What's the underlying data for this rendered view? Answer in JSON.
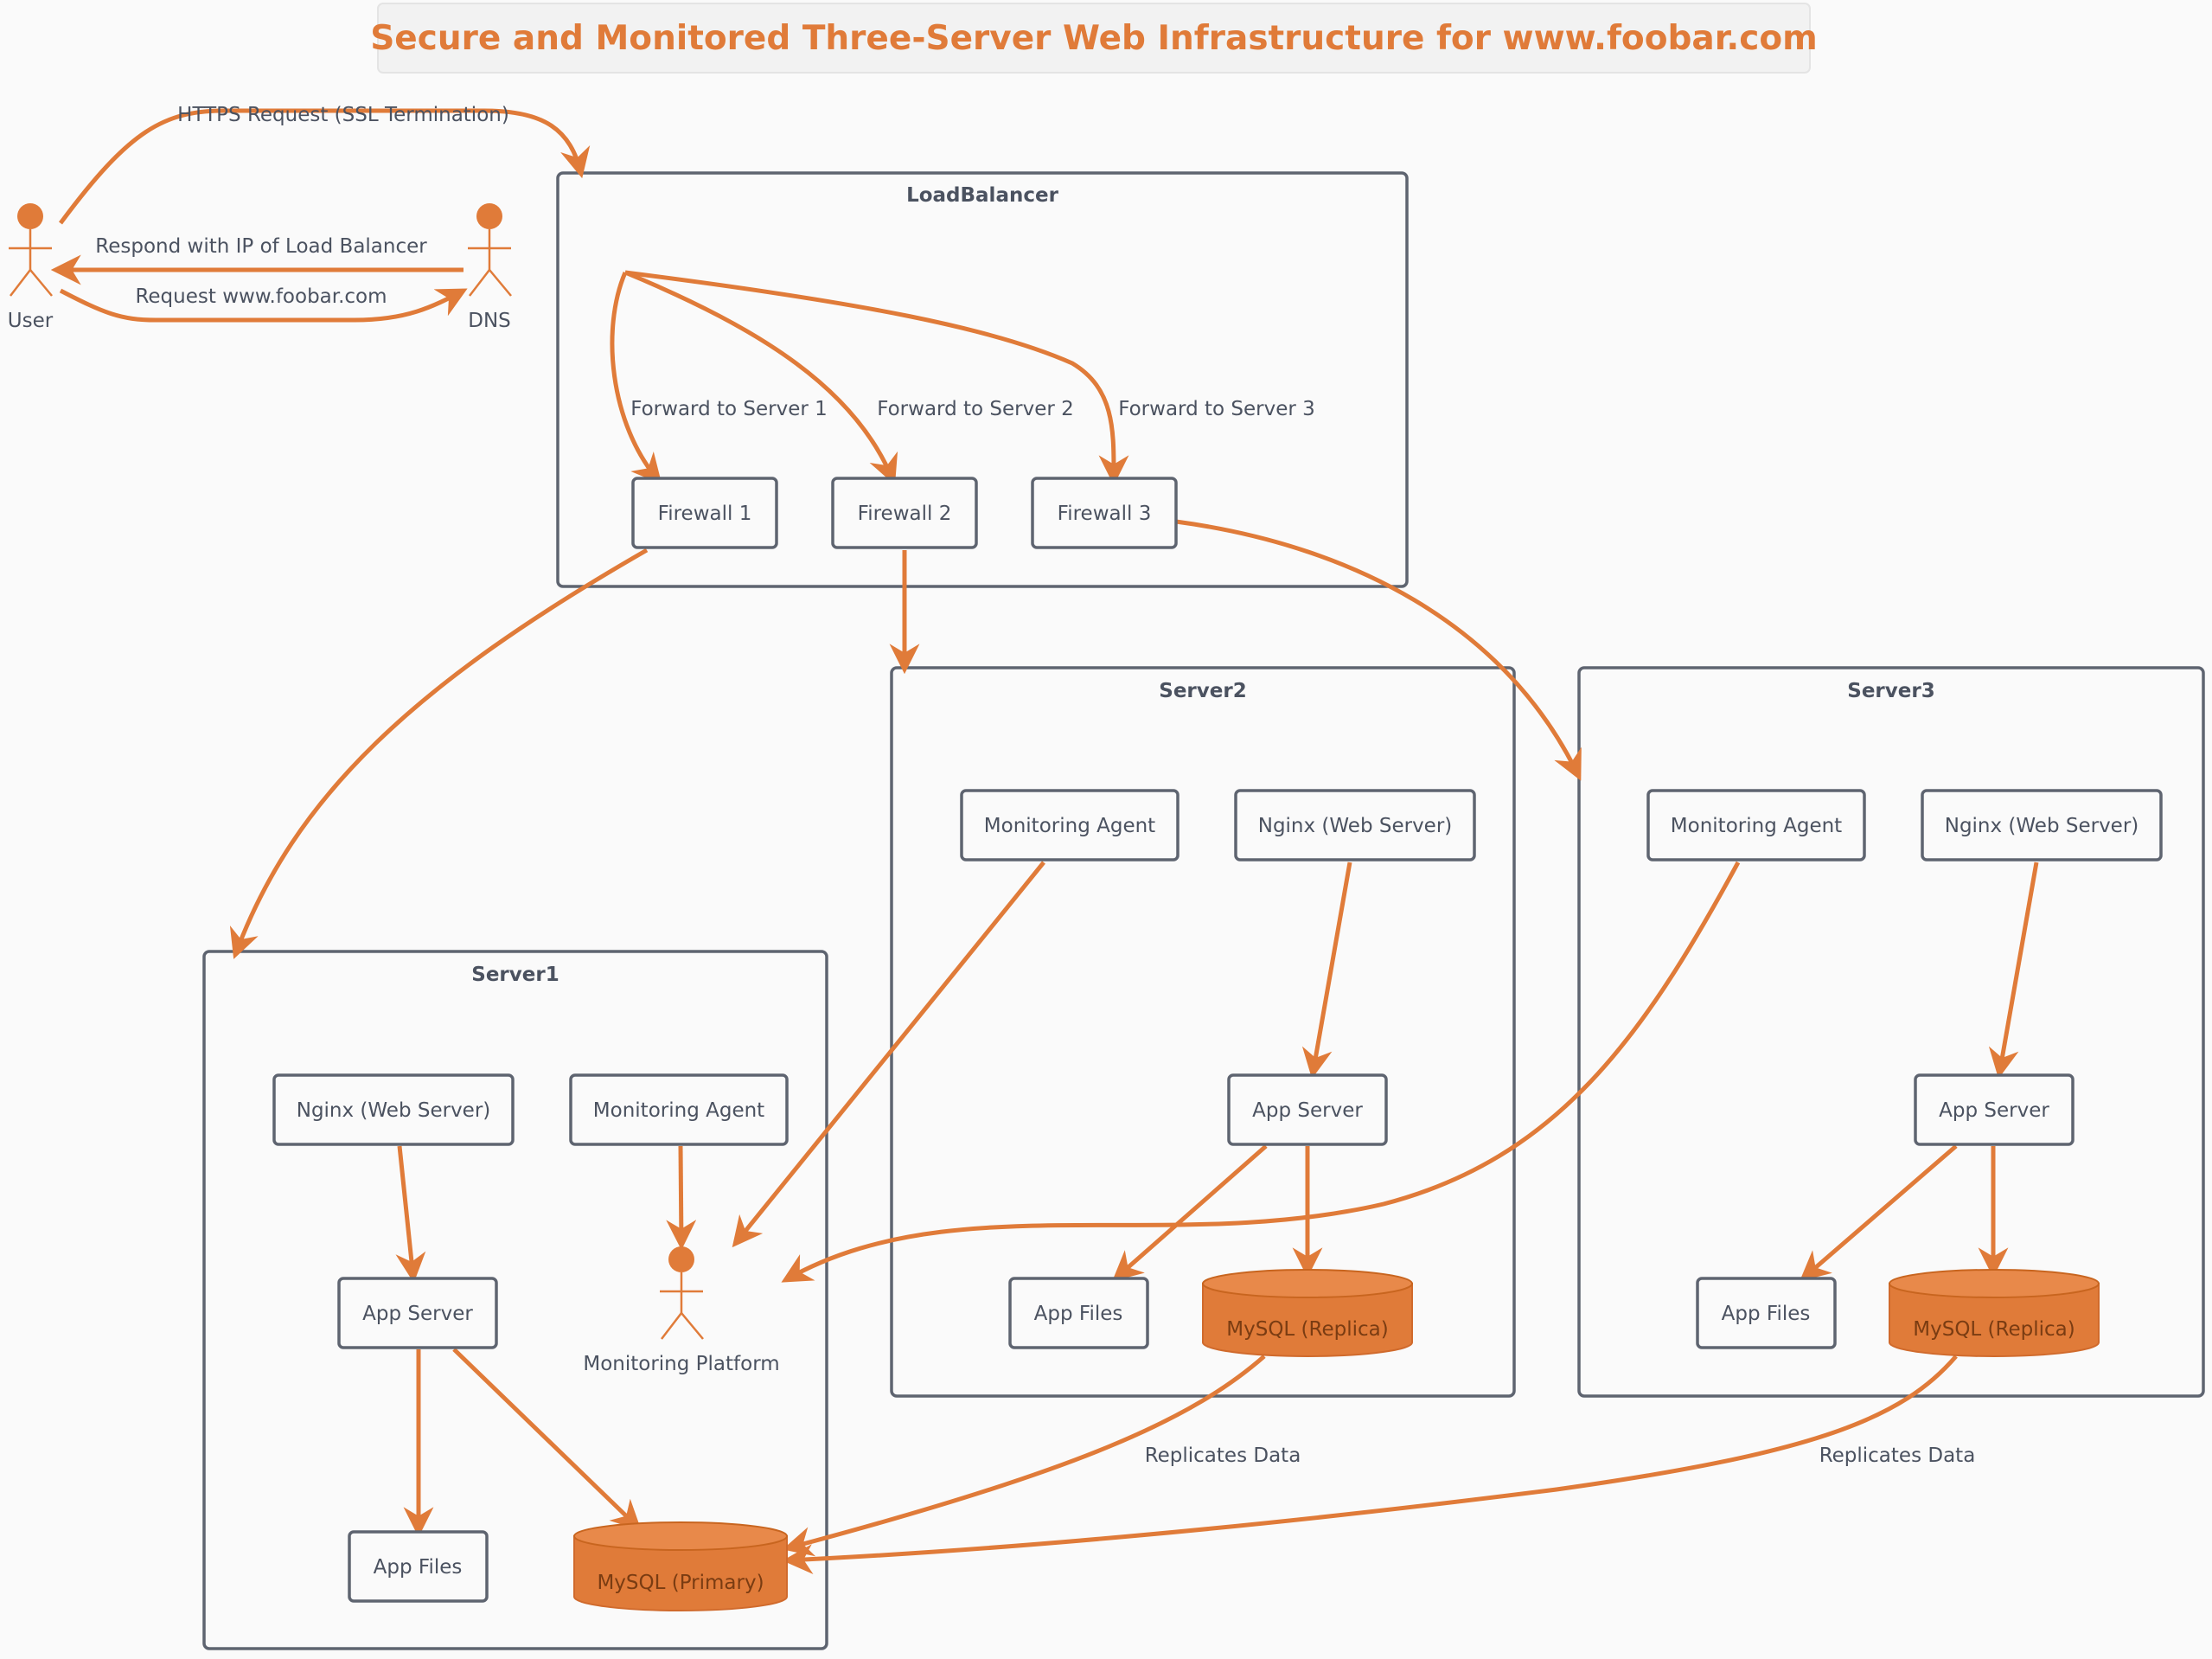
{
  "title": "Secure and Monitored Three-Server Web Infrastructure for www.foobar.com",
  "colors": {
    "accent": "#e07b39",
    "stroke": "#5e6470",
    "text": "#4b5260",
    "background": "#fafafa"
  },
  "actors": {
    "user": "User",
    "dns": "DNS",
    "monitoring_platform": "Monitoring Platform"
  },
  "containers": {
    "load_balancer": "LoadBalancer",
    "server1": "Server1",
    "server2": "Server2",
    "server3": "Server3"
  },
  "nodes": {
    "firewall1": "Firewall 1",
    "firewall2": "Firewall 2",
    "firewall3": "Firewall 3",
    "s1_nginx": "Nginx (Web Server)",
    "s1_monitoring": "Monitoring Agent",
    "s1_app_server": "App Server",
    "s1_app_files": "App Files",
    "s1_mysql": "MySQL (Primary)",
    "s2_monitoring": "Monitoring Agent",
    "s2_nginx": "Nginx (Web Server)",
    "s2_app_server": "App Server",
    "s2_app_files": "App Files",
    "s2_mysql": "MySQL (Replica)",
    "s3_monitoring": "Monitoring Agent",
    "s3_nginx": "Nginx (Web Server)",
    "s3_app_server": "App Server",
    "s3_app_files": "App Files",
    "s3_mysql": "MySQL (Replica)"
  },
  "edge_labels": {
    "https_request": "HTTPS Request (SSL Termination)",
    "dns_response": "Respond with IP of Load Balancer",
    "dns_request": "Request www.foobar.com",
    "forward1": "Forward to Server 1",
    "forward2": "Forward to Server 2",
    "forward3": "Forward to Server 3",
    "replicates2": "Replicates Data",
    "replicates3": "Replicates Data"
  }
}
